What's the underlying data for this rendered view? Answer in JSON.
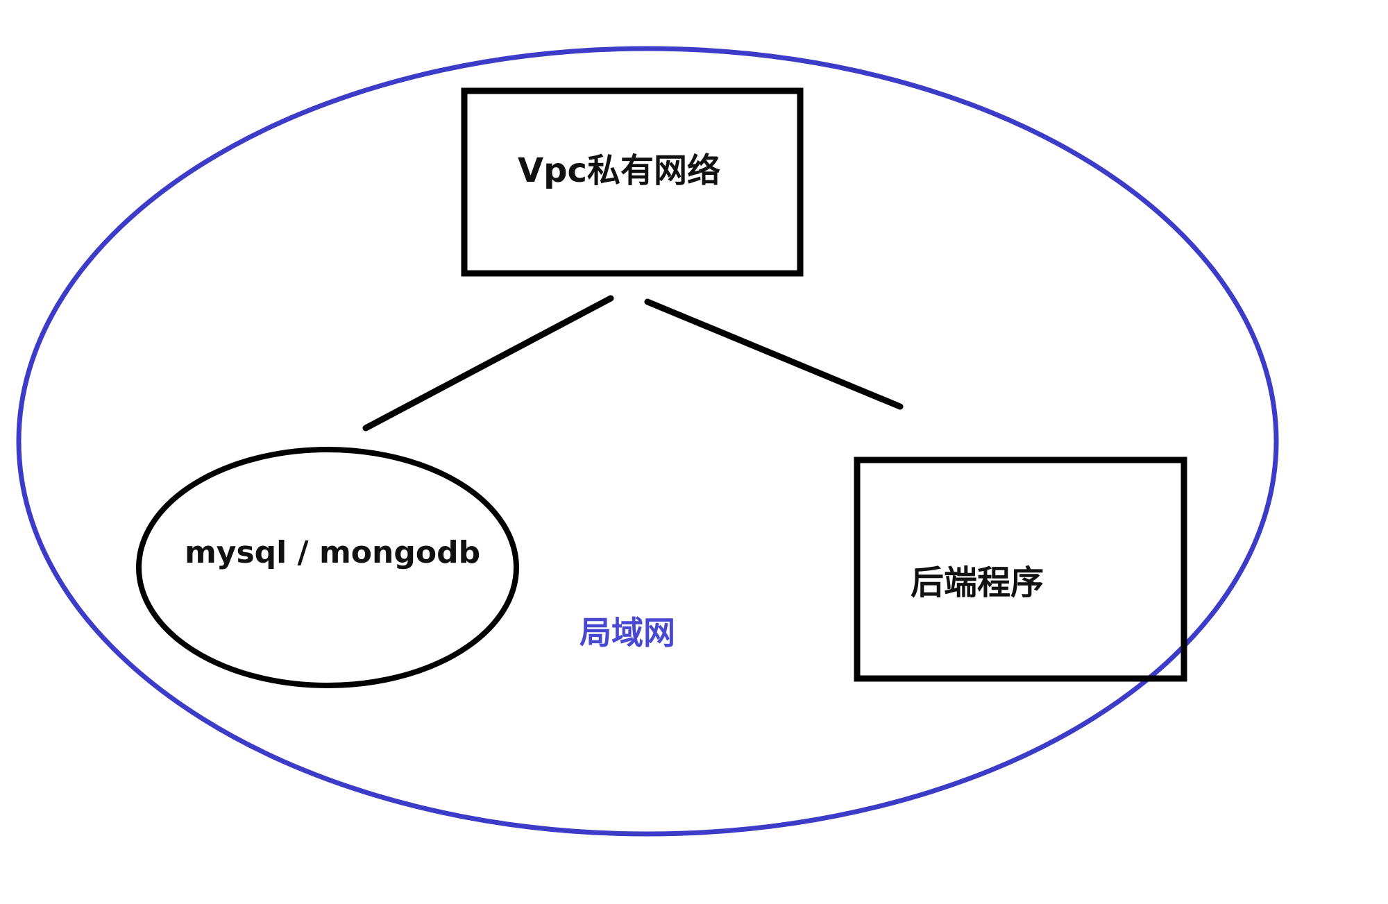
{
  "diagram": {
    "vpc_label": "Vpc私有网络",
    "db_label": "mysql / mongodb",
    "backend_label": "后端程序",
    "lan_label": "局域网"
  },
  "colors": {
    "lan_outline": "#3c3cc8",
    "lan_text": "#4848d0",
    "node_outline": "#000000",
    "text": "#111111",
    "background": "#ffffff"
  }
}
